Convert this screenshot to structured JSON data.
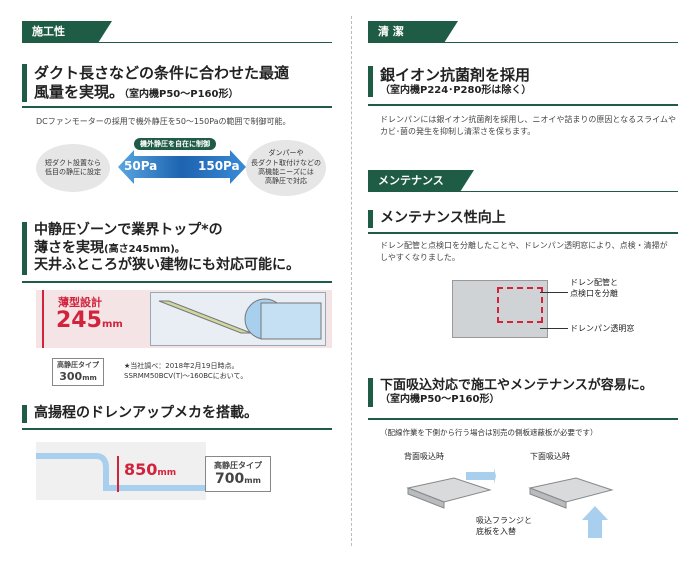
{
  "left": {
    "tag": "施工性",
    "s1": {
      "heading_line1": "ダクト長さなどの条件に合わせた最適",
      "heading_line2": "風量を実現。",
      "heading_sub": "（室内機P50〜P160形）",
      "body": "DCファンモーターの採用で機外静圧を50〜150Paの範囲で制御可能。",
      "pill": "機外静圧を自在に制御",
      "oval_left": "短ダクト設置なら\n低目の静圧に設定",
      "oval_right": "ダンパーや\n長ダクト取付けなどの\n高機能ニーズには\n高静圧で対応",
      "low": "50Pa",
      "high": "150Pa"
    },
    "s2": {
      "heading_line1": "中静圧ゾーンで業界トップ*の",
      "heading_line2": "薄さを実現",
      "heading_sub": "(高さ245mm)。",
      "heading_line3": "天井ふところが狭い建物にも対応可能に。",
      "thin_label": "薄型設計",
      "thin_value": "245",
      "thin_unit": "mm",
      "compare_label": "高静圧タイプ",
      "compare_value": "300",
      "compare_unit": "mm",
      "footnote": "★当社調べ：2018年2月19日時点。\nSSRMM50BCV(T)〜160BCにおいて。"
    },
    "s3": {
      "heading": "高揚程のドレンアップメカを搭載。",
      "value": "850",
      "unit": "mm",
      "compare_label": "高静圧タイプ",
      "compare_value": "700",
      "compare_unit": "mm"
    }
  },
  "right": {
    "tag1": "清 潔",
    "s1": {
      "heading_line1": "銀イオン抗菌剤を採用",
      "heading_line2": "（室内機P224･P280形は除く）",
      "body": "ドレンパンには銀イオン抗菌剤を採用し、ニオイや詰まりの原因となるスライムや\nカビ･菌の発生を抑制し清潔さを保ちます。"
    },
    "tag2": "メンテナンス",
    "s2": {
      "heading": "メンテナンス性向上",
      "body": "ドレン配管と点検口を分離したことや、ドレンパン透明窓により、点検・清掃が\nしやすくなりました。",
      "callout1": "ドレン配管と\n点検口を分離",
      "callout2": "ドレンパン透明窓"
    },
    "s3": {
      "heading_line1": "下面吸込対応で施工やメンテナンスが容易に。",
      "heading_line2": "（室内機P50〜P160形）",
      "note": "（配線作業を下側から行う場合は別売の側板遮蔽板が必要です）",
      "label_back": "背面吸込時",
      "label_bottom": "下面吸込時",
      "callout": "吸込フランジと\n底板を入替"
    }
  },
  "colors": {
    "accent": "#1f5c45",
    "blue": "#1d63b0",
    "red": "#d2233c"
  }
}
